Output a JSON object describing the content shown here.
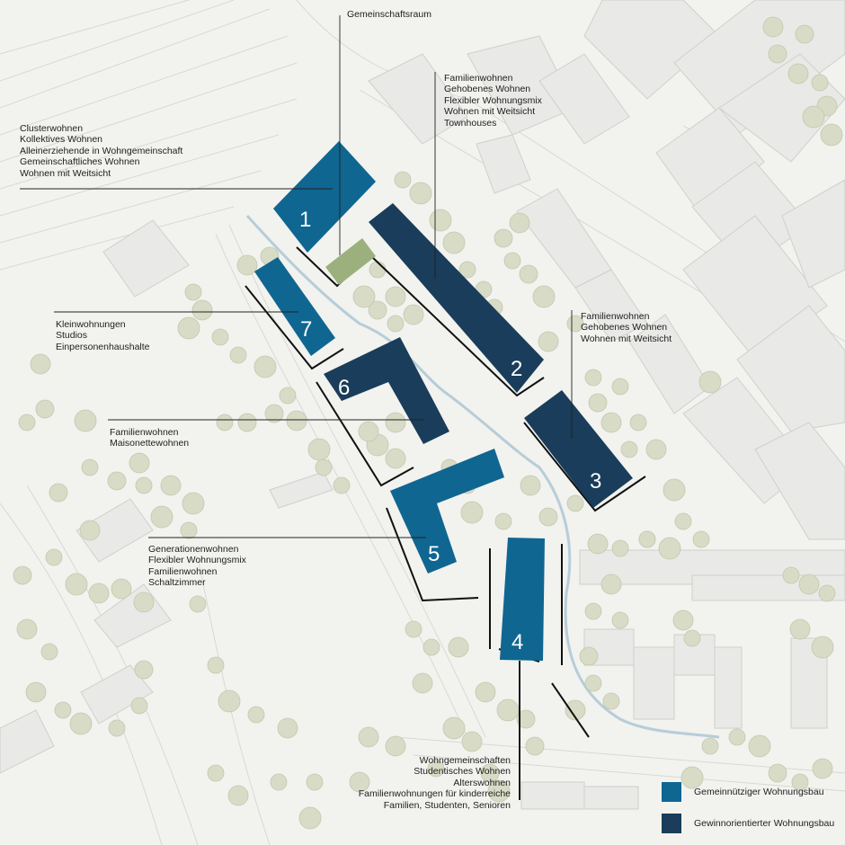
{
  "colors": {
    "gemeinnuetzig": "#0f6691",
    "gewinnorientiert": "#193d5a",
    "community": "#9cb07e",
    "tree": "#d8dcc6",
    "building_context": "#e9e9e7",
    "stream": "#b6cdd9",
    "background": "#f2f2ef"
  },
  "annotations": {
    "gemeinschaftsraum": [
      "Gemeinschaftsraum"
    ],
    "block1": [
      "Clusterwohnen",
      "Kollektives Wohnen",
      "Alleinerziehende in Wohngemeinschaft",
      "Gemeinschaftliches Wohnen",
      "Wohnen mit Weitsicht"
    ],
    "block2": [
      "Familienwohnen",
      "Gehobenes Wohnen",
      "Flexibler Wohnungsmix",
      "Wohnen mit Weitsicht",
      "Townhouses"
    ],
    "block3": [
      "Familienwohnen",
      "Gehobenes Wohnen",
      "Wohnen mit Weitsicht"
    ],
    "block7": [
      "Kleinwohnungen",
      "Studios",
      "Einpersonenhaushalte"
    ],
    "block6": [
      "Familienwohnen",
      "Maisonettewohnen"
    ],
    "block5": [
      "Generationenwohnen",
      "Flexibler Wohnungsmix",
      "Familienwohnen",
      "Schaltzimmer"
    ],
    "block4": [
      "Wohngemeinschaften",
      "Studentisches Wohnen",
      "Alterswohnen",
      "Familienwohnungen für kinderreiche",
      "Familien, Studenten, Senioren"
    ]
  },
  "blocks": {
    "b1": "1",
    "b2": "2",
    "b3": "3",
    "b4": "4",
    "b5": "5",
    "b6": "6",
    "b7": "7"
  },
  "legend": {
    "gemeinnuetzig": "Gemeinnütziger Wohnungsbau",
    "gewinnorientiert": "Gewinnorientierter Wohnungsbau"
  },
  "icons": {
    "trees": "tree-canopy-icon",
    "legend_swatch": "color-swatch-icon"
  }
}
